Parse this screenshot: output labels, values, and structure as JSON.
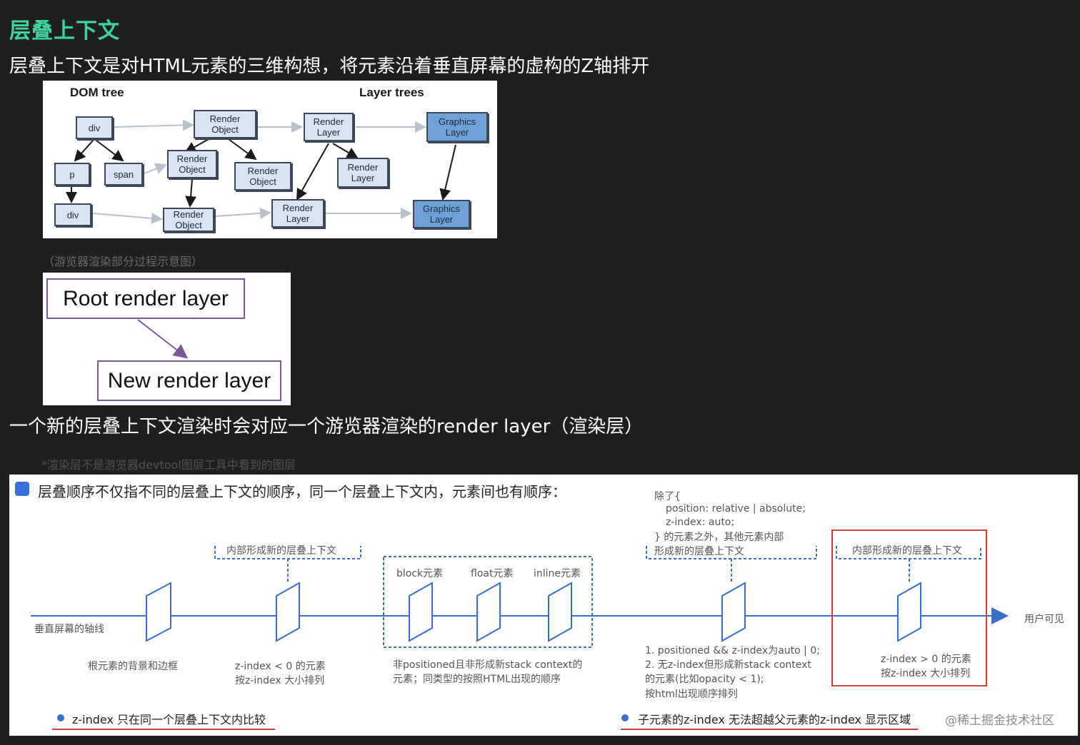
{
  "heading": "层叠上下文",
  "subtitle": "层叠上下文是对HTML元素的三维构想，将元素沿着垂直屏幕的虚构的Z轴排开",
  "figure1": {
    "dom_tree_title": "DOM tree",
    "layer_trees_title": "Layer trees",
    "nodes": {
      "div1": "div",
      "p": "p",
      "span": "span",
      "div2": "div",
      "render_object_1": "Render\nObject",
      "render_object_2": "Render\nObject",
      "render_object_3": "Render\nObject",
      "render_object_4": "Render\nObject",
      "render_layer_1": "Render\nLayer",
      "render_layer_2": "Render\nLayer",
      "render_layer_3": "Render\nLayer",
      "graphics_layer_1": "Graphics\nLayer",
      "graphics_layer_2": "Graphics\nLayer"
    },
    "caption": "（游览器渲染部分过程示意图）"
  },
  "figure2": {
    "root_layer": "Root render layer",
    "new_layer": "New render layer"
  },
  "statement": "一个新的层叠上下文渲染时会对应一个游览器渲染的render layer（渲染层）",
  "note": "*渲染层不是游览器devtool图层工具中看到的图层",
  "stacking": {
    "title": "层叠顺序不仅指不同的层叠上下文的顺序，同一个层叠上下文内，元素间也有顺序：",
    "axis_label": "垂直屏幕的轴线",
    "user_visible": "用户可见",
    "inner_new_context_1": "内部形成新的层叠上下文",
    "inner_new_context_2": "内部形成新的层叠上下文",
    "block": "block元素",
    "float": "float元素",
    "inline": "inline元素",
    "except_lines": [
      "除了{",
      "position: relative | absolute;",
      "z-index: auto;",
      "} 的元素之外，其他元素内部",
      "形成新的层叠上下文"
    ],
    "root_bg": "根元素的背景和边框",
    "neg_z_lines": [
      "z-index < 0 的元素",
      "按z-index 大小排列"
    ],
    "non_positioned_lines": [
      "非positioned且非形成新stack context的",
      "元素；同类型的按照HTML出现的顺序"
    ],
    "positioned_lines": [
      "1. positioned && z-index为auto | 0;",
      "2. 无z-index但形成新stack context",
      "的元素(比如opacity < 1);",
      "按html出现顺序排列"
    ],
    "pos_z_lines": [
      "z-index > 0 的元素",
      "按z-index 大小排列"
    ],
    "footnote_left": "z-index 只在同一个层叠上下文内比较",
    "footnote_right": "子元素的z-index 无法超越父元素的z-index 显示区域",
    "watermark": "@稀土掘金技术社区"
  },
  "colors": {
    "heading": "#3fd29a",
    "accent_blue": "#3a6fc8",
    "highlight_red": "#d83c3c"
  }
}
